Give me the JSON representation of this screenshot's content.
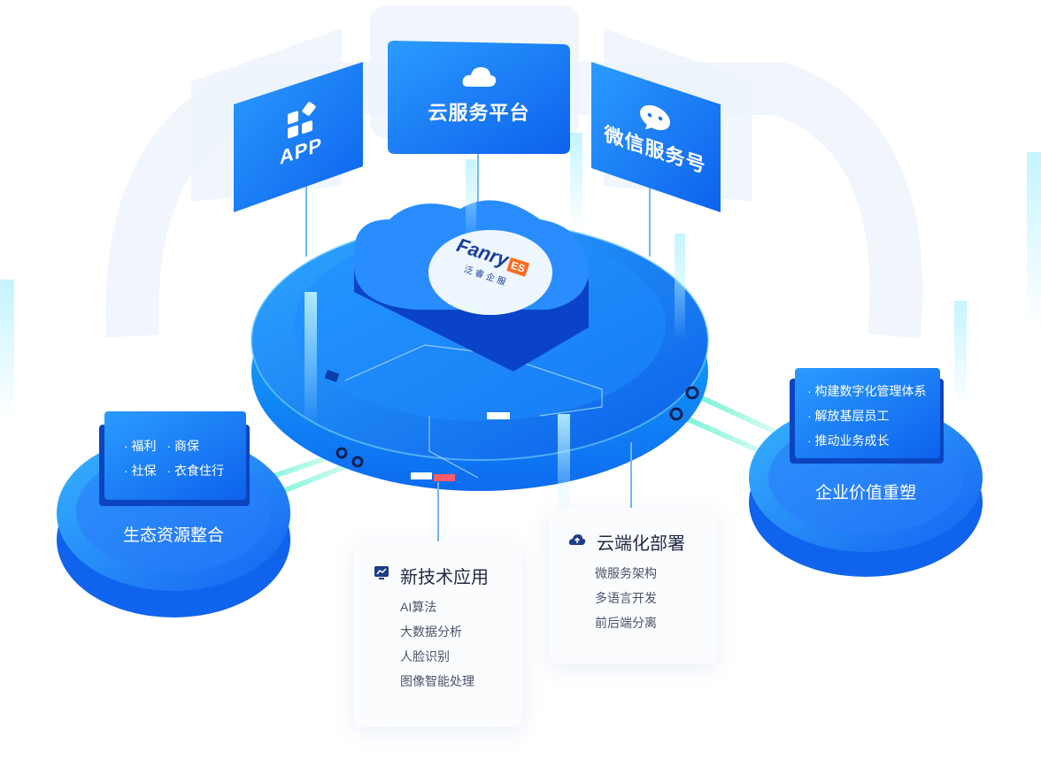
{
  "top_cards": {
    "app": {
      "label": "APP",
      "icon": "app-grid-icon"
    },
    "cloud": {
      "label": "云服务平台",
      "icon": "cloud-icon"
    },
    "wechat": {
      "label": "微信服务号",
      "icon": "wechat-icon"
    }
  },
  "center_logo": {
    "brand": "Fanry",
    "badge": "ES",
    "subtitle": "泛睿企服"
  },
  "left_platform": {
    "title": "生态资源整合",
    "items_row1": [
      "· 福利",
      "· 商保"
    ],
    "items_row2": [
      "· 社保",
      "· 衣食住行"
    ]
  },
  "right_platform": {
    "title": "企业价值重塑",
    "items": [
      "· 构建数字化管理体系",
      "· 解放基层员工",
      "· 推动业务成长"
    ]
  },
  "card_new_tech": {
    "title": "新技术应用",
    "icon": "chart-monitor-icon",
    "items": [
      "AI算法",
      "大数据分析",
      "人脸识别",
      "图像智能处理"
    ]
  },
  "card_cloud_deploy": {
    "title": "云端化部署",
    "icon": "cloud-upload-icon",
    "items": [
      "微服务架构",
      "多语言开发",
      "前后端分离"
    ]
  },
  "colors": {
    "primary": "#1a6fff",
    "light": "#2fb6ff",
    "cyan": "#49e6ff",
    "text": "#1f2a44"
  }
}
